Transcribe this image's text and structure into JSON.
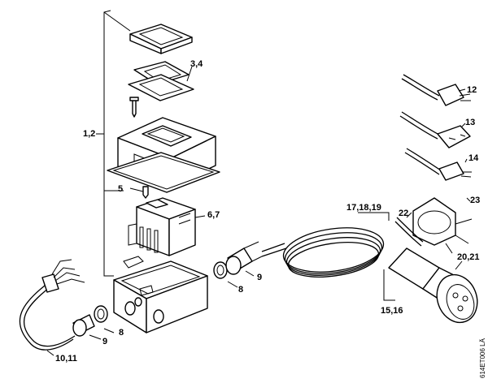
{
  "callouts": {
    "c_1_2": "1,2",
    "c_3_4": "3,4",
    "c_5": "5",
    "c_6_7": "6,7",
    "c_8_right": "8",
    "c_9_right": "9",
    "c_8_left": "8",
    "c_9_left": "9",
    "c_10_11": "10,11",
    "c_12": "12",
    "c_13": "13",
    "c_14": "14",
    "c_17_18_19": "17,18,19",
    "c_22": "22",
    "c_23": "23",
    "c_20_21": "20,21",
    "c_15_16": "15,16"
  },
  "reference_code": "614ET006 LÄ"
}
